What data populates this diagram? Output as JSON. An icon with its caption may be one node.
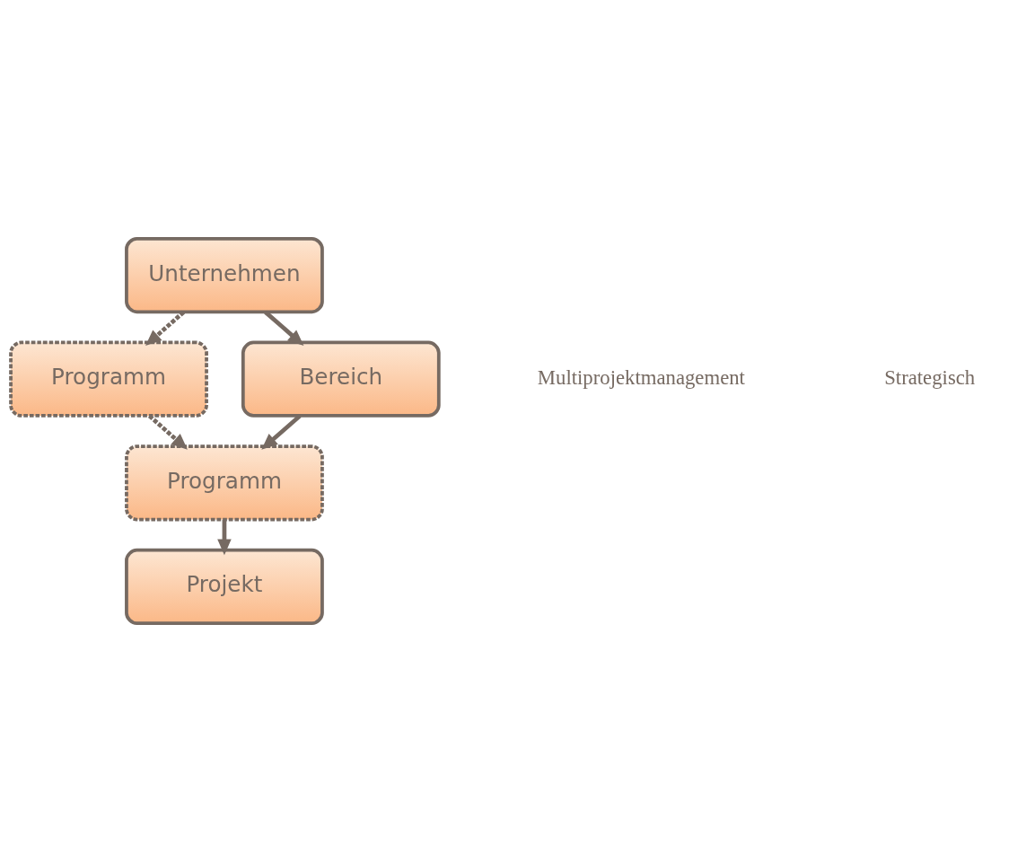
{
  "diagram": {
    "nodes": [
      {
        "text": [
          "Unternehmen"
        ]
      },
      {
        "text": [
          "Programm"
        ]
      },
      {
        "text": [
          "Bereich"
        ]
      },
      {
        "text": [
          "Programm"
        ]
      },
      {
        "text": [
          "Projekt"
        ]
      }
    ],
    "edges": [
      {
        "from": 0,
        "to": 2,
        "arrow": "to"
      },
      {
        "from": 2,
        "to": 3,
        "arrow": "to"
      },
      {
        "from": 3,
        "to": 4,
        "arrow": "to"
      },
      {
        "from": 0,
        "to": 1,
        "arrow": "to",
        "style": "dashed"
      },
      {
        "from": 1,
        "to": 3,
        "arrow": "to",
        "style": "dashed"
      }
    ],
    "labels": [
      "Multiprojektmanagement",
      "Strategisch"
    ]
  }
}
